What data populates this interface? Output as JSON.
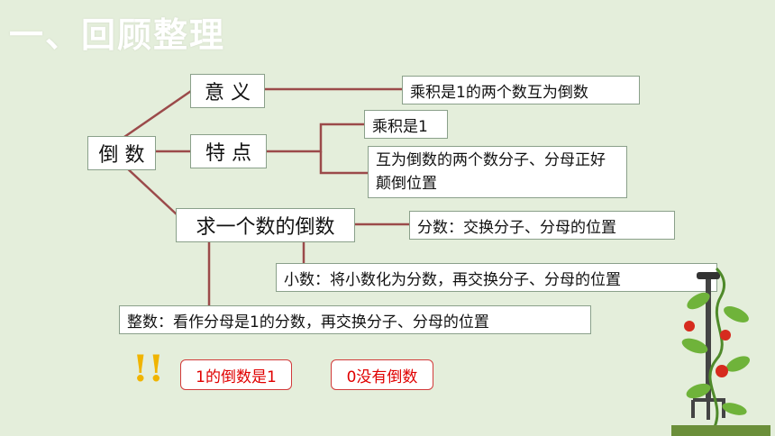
{
  "title": "一、回顾整理",
  "root": "倒 数",
  "branches": {
    "meaning": "意  义",
    "features": "特  点",
    "method": "求一个数的倒数"
  },
  "leaves": {
    "meaning_def": "乘积是1的两个数互为倒数",
    "feature_1": "乘积是1",
    "feature_2": "互为倒数的两个数分子、分母正好颠倒位置",
    "fraction": "分数：交换分子、分母的位置",
    "decimal": "小数：将小数化为分数，再交换分子、分母的位置",
    "integer": "整数：看作分母是1的分数，再交换分子、分母的位置"
  },
  "notes": {
    "note_1": "1的倒数是1",
    "note_0": "0没有倒数"
  },
  "colors": {
    "connector": "#9b4a4a",
    "note_text": "#e00000",
    "exclaim": "#f0b400"
  }
}
